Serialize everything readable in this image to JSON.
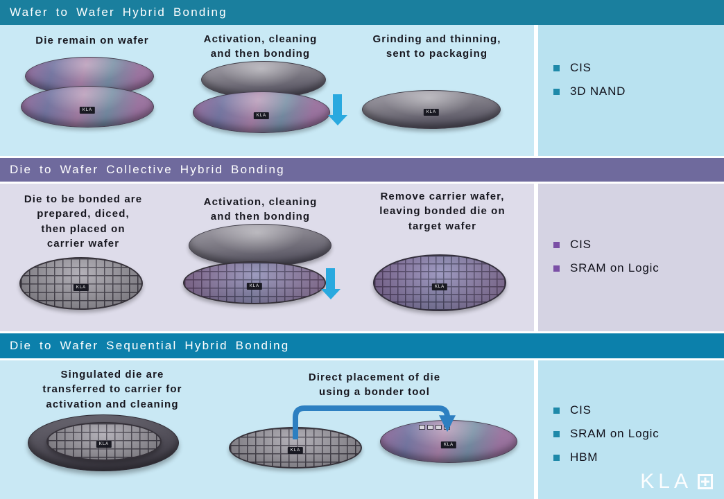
{
  "page": {
    "wafer_mark": "KLA"
  },
  "sections": [
    {
      "title": "Wafer to Wafer Hybrid Bonding",
      "header_color": "#1A7F9E",
      "body_color": "#C9E9F5",
      "panel_color": "#B9E2F0",
      "bullet_color": "#1E89A9",
      "arrow_color": "#29A9DF",
      "steps": [
        "Die remain on wafer",
        "Activation, cleaning\nand then bonding",
        "Grinding and thinning,\nsent to packaging"
      ],
      "applications": [
        "CIS",
        "3D NAND"
      ]
    },
    {
      "title": "Die to Wafer Collective Hybrid Bonding",
      "header_color": "#6F6A9D",
      "body_color": "#DEDCEA",
      "panel_color": "#D5D3E3",
      "bullet_color": "#7B4FA6",
      "arrow_color": "#29A9DF",
      "steps": [
        "Die to be bonded are\nprepared, diced,\nthen placed on\ncarrier wafer",
        "Activation, cleaning\nand then bonding",
        "Remove carrier wafer,\nleaving bonded die on\ntarget wafer"
      ],
      "applications": [
        "CIS",
        "SRAM on Logic"
      ]
    },
    {
      "title": "Die to Wafer Sequential Hybrid Bonding",
      "header_color": "#0C80AB",
      "body_color": "#C9E8F4",
      "panel_color": "#BCE3F1",
      "bullet_color": "#1E89A9",
      "arrow_color": "#2D7FC1",
      "steps": [
        "Singulated die are\ntransferred to carrier for\nactivation and cleaning",
        "Direct placement of die\nusing a bonder tool"
      ],
      "applications": [
        "CIS",
        "SRAM on Logic",
        "HBM"
      ]
    }
  ],
  "logo": {
    "text": "KLA"
  }
}
